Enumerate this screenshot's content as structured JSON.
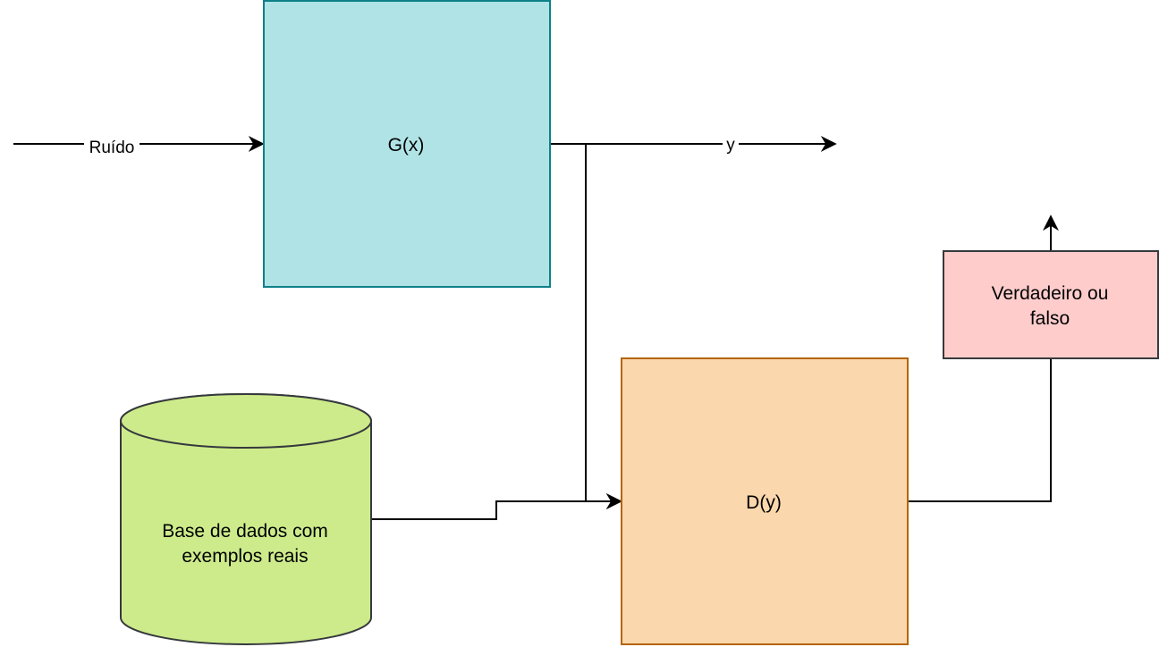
{
  "nodes": {
    "generator": {
      "label": "G(x)",
      "fill": "#b0e3e6",
      "stroke": "#0e8088"
    },
    "discriminator": {
      "label": "D(y)",
      "fill": "#fad7ac",
      "stroke": "#b46504"
    },
    "database": {
      "label_line1": "Base de dados com",
      "label_line2": "exemplos reais",
      "fill": "#cdeb8b",
      "stroke": "#36393d"
    },
    "output": {
      "label_line1": "Verdadeiro ou",
      "label_line2": "falso",
      "fill": "#ffcccc",
      "stroke": "#36393d"
    }
  },
  "edges": {
    "noise": {
      "label": "Ruído"
    },
    "generated": {
      "label": "y"
    }
  }
}
